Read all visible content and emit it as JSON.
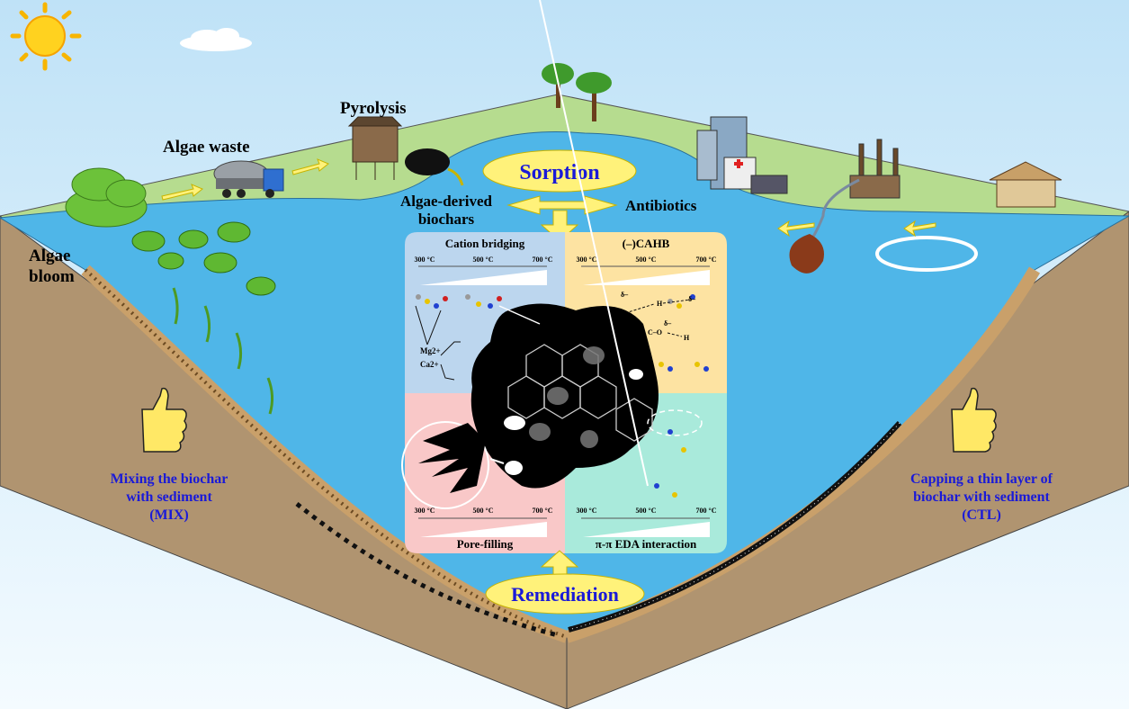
{
  "labels": {
    "algae_waste": "Algae waste",
    "pyrolysis": "Pyrolysis",
    "algae_derived_1": "Algae-derived",
    "algae_derived_2": "biochars",
    "sorption": "Sorption",
    "antibiotics": "Antibiotics",
    "algae_bloom_1": "Algae",
    "algae_bloom_2": "bloom",
    "remediation": "Remediation"
  },
  "mix_text": [
    "Mixing the biochar",
    "with sediment",
    "(MIX)"
  ],
  "ctl_text": [
    "Capping a thin layer of",
    "biochar with sediment",
    "(CTL)"
  ],
  "panels": {
    "cation": {
      "title": "Cation bridging",
      "ions": [
        "Mg2+",
        "Ca2+"
      ]
    },
    "cahb": {
      "title": "(–)CAHB",
      "h": "H",
      "delta": "δ–",
      "co": "C–O"
    },
    "pore": {
      "title": "Pore-filling"
    },
    "pipi": {
      "title": "π-π EDA interaction"
    }
  },
  "temps": [
    "300 °C",
    "500 °C",
    "700 °C"
  ],
  "colors": {
    "water": "#4fb6e8",
    "land": "#b4dc8e",
    "soil": "#b49570",
    "ellipse": "#fff27a",
    "blue_text": "#1a1ad8",
    "panel_cation": "#bcd6ee",
    "panel_cahb": "#fde3a2",
    "panel_pore": "#f9c8c8",
    "panel_pipi": "#a9eadb"
  }
}
